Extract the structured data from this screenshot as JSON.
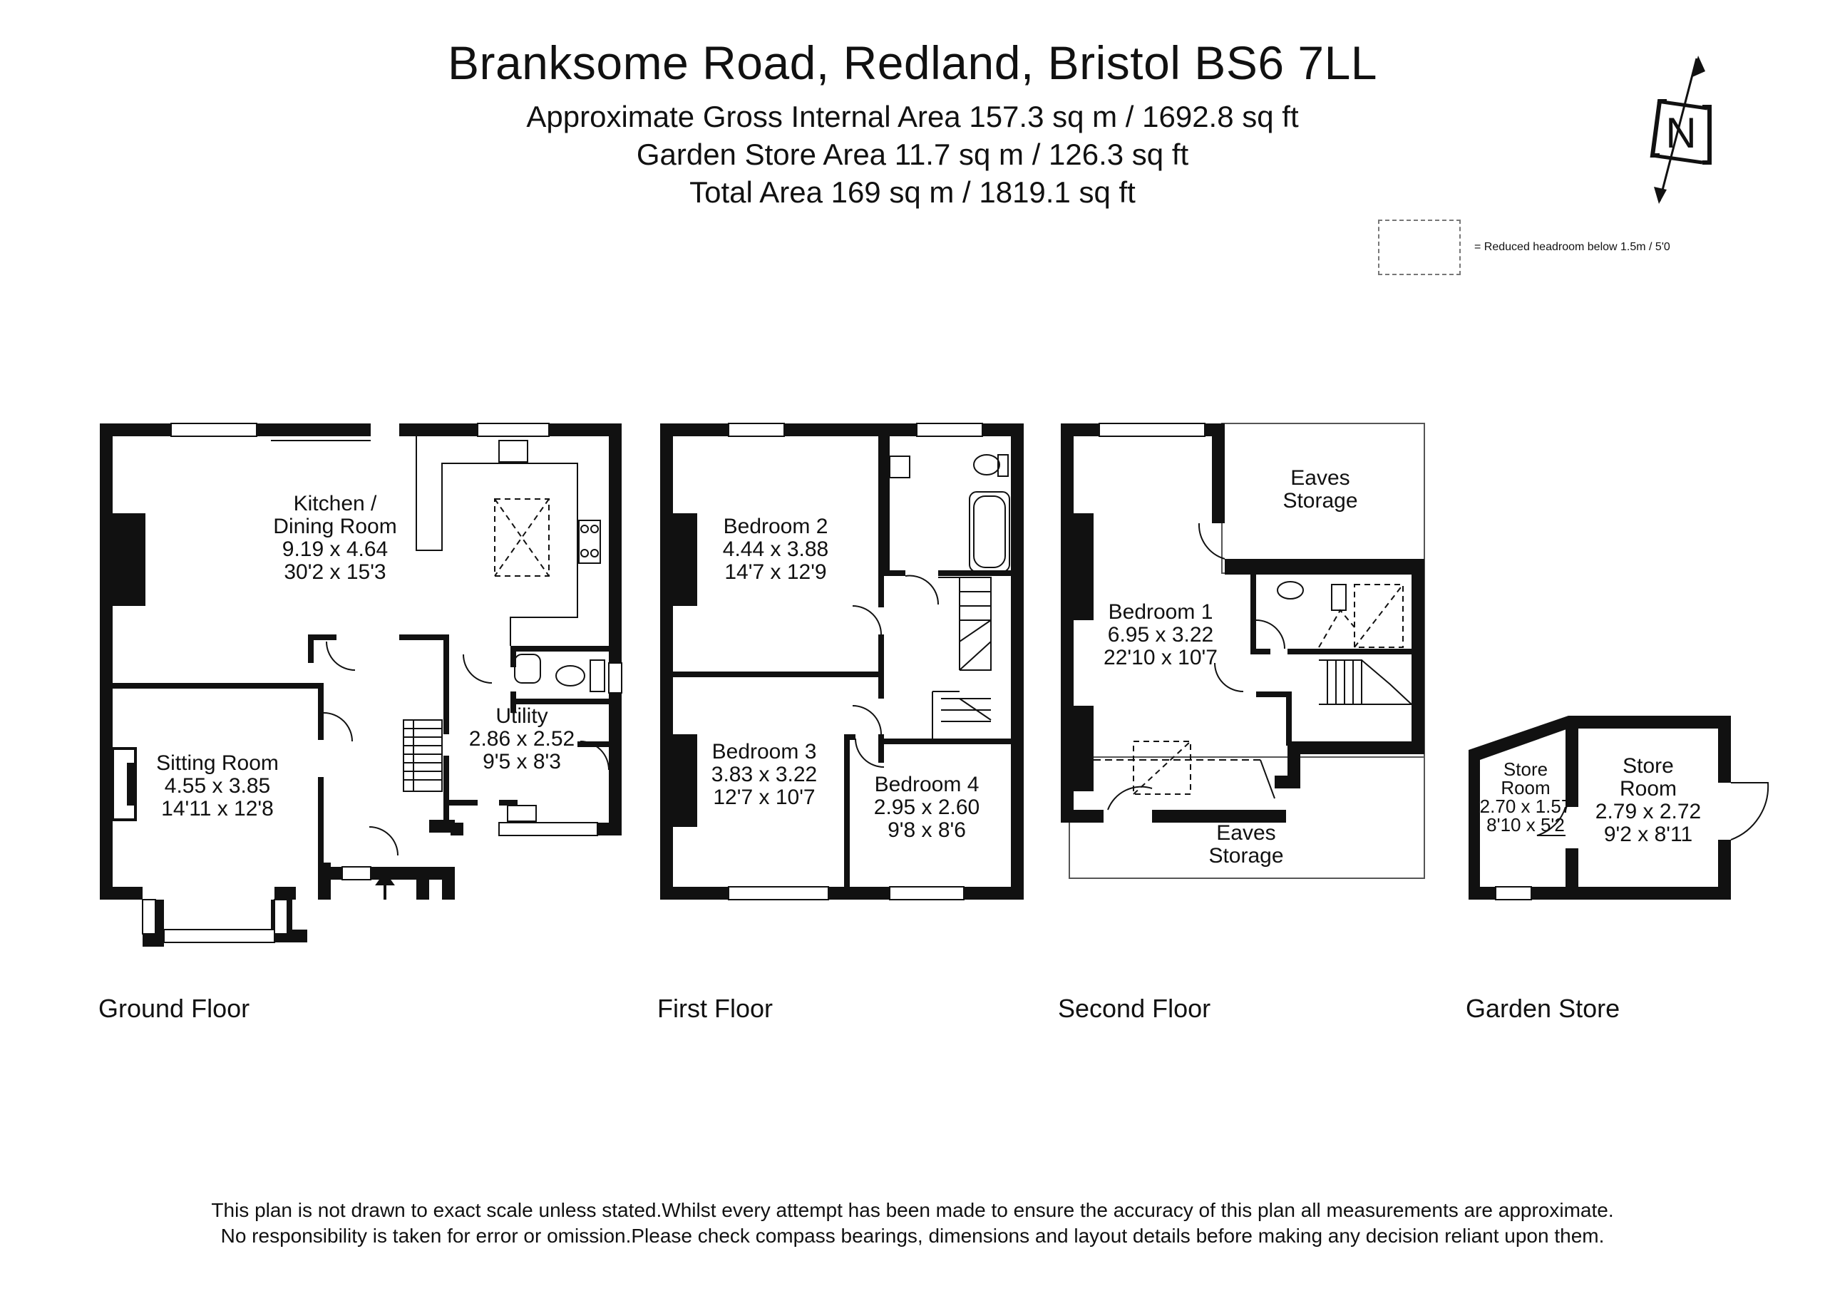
{
  "header": {
    "title": "Branksome Road, Redland, Bristol BS6 7LL",
    "area_lines": [
      "Approximate Gross Internal Area 157.3  sq m / 1692.8 sq ft",
      "Garden Store Area  11.7 sq m / 126.3  sq ft",
      "Total Area 169 sq m / 1819.1 sq ft"
    ]
  },
  "compass": {
    "letter": "N"
  },
  "legend": {
    "text": "=  Reduced headroom below 1.5m / 5'0"
  },
  "floors": {
    "ground": "Ground Floor",
    "first": "First Floor",
    "second": "Second Floor",
    "garden": "Garden Store"
  },
  "rooms": {
    "kitchen": [
      "Kitchen /",
      "Dining Room",
      "9.19 x 4.64",
      "30'2 x 15'3"
    ],
    "sitting": [
      "Sitting Room",
      "4.55 x 3.85",
      "14'11 x 12'8"
    ],
    "utility": [
      "Utility",
      "2.86 x 2.52",
      "9'5 x 8'3"
    ],
    "bedroom2": [
      "Bedroom 2",
      "4.44 x 3.88",
      "14'7 x 12'9"
    ],
    "bedroom3": [
      "Bedroom 3",
      "3.83 x 3.22",
      "12'7 x 10'7"
    ],
    "bedroom4": [
      "Bedroom 4",
      "2.95 x 2.60",
      "9'8 x 8'6"
    ],
    "bedroom1": [
      "Bedroom 1",
      "6.95 x 3.22",
      "22'10 x 10'7"
    ],
    "eaves_top": [
      "Eaves",
      "Storage"
    ],
    "eaves_bottom": [
      "Eaves",
      "Storage"
    ],
    "store_small": [
      "Store",
      "Room",
      "2.70 x 1.57",
      "8'10 x 5'2"
    ],
    "store_large": [
      "Store",
      "Room",
      "2.79 x 2.72",
      "9'2 x 8'11"
    ]
  },
  "footer": {
    "line1": "This plan is not drawn to exact scale unless stated.Whilst every attempt has been made to ensure the accuracy of this plan all measurements are approximate.",
    "line2": "No responsibility is taken for error or omission.Please check compass bearings, dimensions and layout details before making any decision reliant upon them."
  }
}
